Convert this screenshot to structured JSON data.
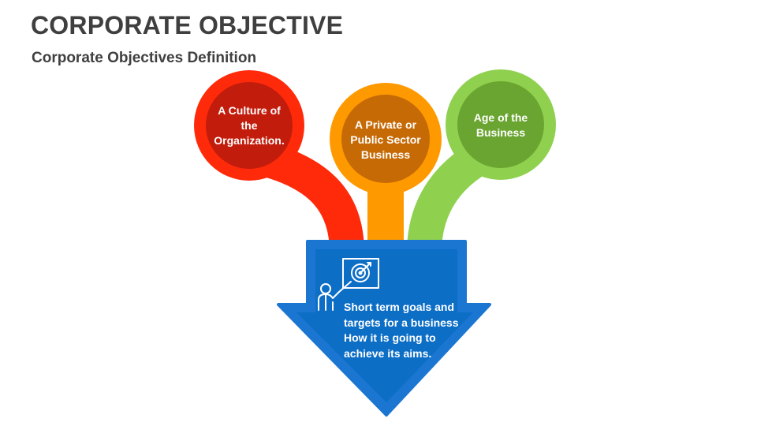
{
  "header": {
    "title": "CORPORATE OBJECTIVE",
    "subtitle": "Corporate Objectives Definition"
  },
  "factors": [
    {
      "label": "A Culture of the Organization.",
      "color": "#ff2a0a",
      "inner_color": "#c21c0c"
    },
    {
      "label": "A Private or Public Sector Business",
      "color": "#ff9900",
      "inner_color": "#c66a06"
    },
    {
      "label": "Age of the Business",
      "color": "#8fd14f",
      "inner_color": "#6aa531"
    }
  ],
  "arrow": {
    "color": "#1b76d2",
    "inner_color": "#0d6ec6",
    "text_lines": [
      "Short term goals and",
      "targets for a business",
      "How it is going to",
      "achieve its aims."
    ],
    "icon": "presenter-target-icon"
  }
}
